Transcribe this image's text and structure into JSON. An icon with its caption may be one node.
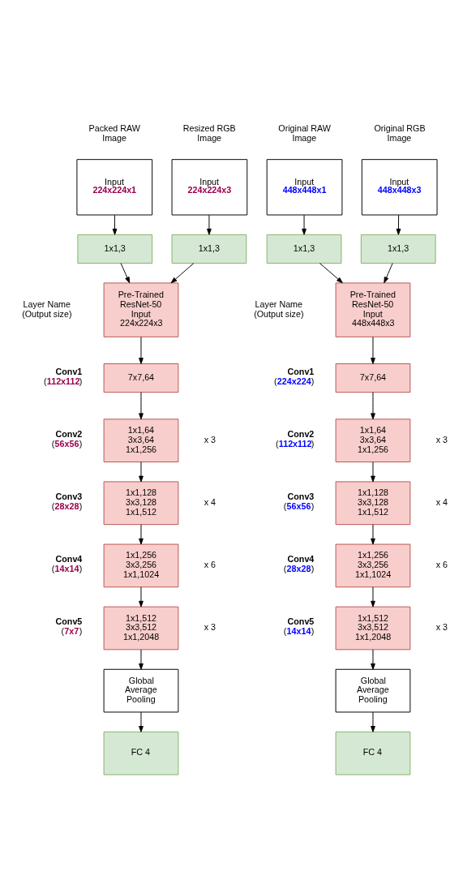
{
  "diagram": {
    "nodes": [
      {
        "text": [
          "Packed RAW Image",
          "Input",
          "224x224x1"
        ]
      },
      {
        "text": [
          "Resized RGB Image",
          "Input",
          "224x224x3"
        ]
      },
      {
        "text": [
          "Original RAW Image",
          "Input",
          "448x448x1"
        ]
      },
      {
        "text": [
          "Original RGB Image",
          "Input",
          "448x448x3"
        ]
      },
      {
        "text": [
          "1x1,3"
        ]
      },
      {
        "text": [
          "1x1,3"
        ]
      },
      {
        "text": [
          "1x1,3"
        ]
      },
      {
        "text": [
          "1x1,3"
        ]
      },
      {
        "text": [
          "Pre-Trained ResNet-50 Input 224x224x3"
        ]
      },
      {
        "text": [
          "Pre-Trained ResNet-50 Input 448x448x3"
        ]
      },
      {
        "text": [
          "7x7,64"
        ],
        "beside": [
          "Conv1 (112x112)"
        ]
      },
      {
        "text": [
          "7x7,64"
        ],
        "beside": [
          "Conv1 (224x224)"
        ]
      },
      {
        "text": [
          "1x1,64 3x3,64 1x1,256"
        ],
        "beside": [
          "Conv2 (56x56)",
          "x 3"
        ]
      },
      {
        "text": [
          "1x1,64 3x3,64 1x1,256"
        ],
        "beside": [
          "Conv2 (112x112)",
          "x 3"
        ]
      },
      {
        "text": [
          "1x1,128 3x3,128 1x1,512"
        ],
        "beside": [
          "Conv3 (28x28)",
          "x 4"
        ]
      },
      {
        "text": [
          "1x1,128 3x3,128 1x1,512"
        ],
        "beside": [
          "Conv3 (56x56)",
          "x 4"
        ]
      },
      {
        "text": [
          "1x1,256 3x3,256 1x1,1024"
        ],
        "beside": [
          "Conv4 (14x14)",
          "x 6"
        ]
      },
      {
        "text": [
          "1x1,256 3x3,256 1x1,1024"
        ],
        "beside": [
          "Conv4 (28x28)",
          "x 6"
        ]
      },
      {
        "text": [
          "1x1,512 3x3,512 1x1,2048"
        ],
        "beside": [
          "Conv5 (7x7)",
          "x 3"
        ]
      },
      {
        "text": [
          "1x1,512 3x3,512 1x1,2048"
        ],
        "beside": [
          "Conv5 (14x14)",
          "x 3"
        ]
      },
      {
        "text": [
          "Global Average Pooling"
        ]
      },
      {
        "text": [
          "Global Average Pooling"
        ]
      },
      {
        "text": [
          "FC 4"
        ]
      },
      {
        "text": [
          "FC 4"
        ]
      }
    ],
    "edges": [
      {
        "from": 0,
        "to": 4,
        "arrow": "to"
      },
      {
        "from": 1,
        "to": 5,
        "arrow": "to"
      },
      {
        "from": 2,
        "to": 6,
        "arrow": "to"
      },
      {
        "from": 3,
        "to": 7,
        "arrow": "to"
      },
      {
        "from": 4,
        "to": 8,
        "arrow": "to"
      },
      {
        "from": 5,
        "to": 8,
        "arrow": "to"
      },
      {
        "from": 6,
        "to": 9,
        "arrow": "to"
      },
      {
        "from": 7,
        "to": 9,
        "arrow": "to"
      },
      {
        "from": 8,
        "to": 10,
        "arrow": "to"
      },
      {
        "from": 10,
        "to": 12,
        "arrow": "to"
      },
      {
        "from": 12,
        "to": 14,
        "arrow": "to"
      },
      {
        "from": 14,
        "to": 16,
        "arrow": "to"
      },
      {
        "from": 16,
        "to": 18,
        "arrow": "to"
      },
      {
        "from": 18,
        "to": 20,
        "arrow": "to"
      },
      {
        "from": 20,
        "to": 22,
        "arrow": "to"
      },
      {
        "from": 9,
        "to": 11,
        "arrow": "to"
      },
      {
        "from": 11,
        "to": 13,
        "arrow": "to"
      },
      {
        "from": 13,
        "to": 15,
        "arrow": "to"
      },
      {
        "from": 15,
        "to": 17,
        "arrow": "to"
      },
      {
        "from": 17,
        "to": 19,
        "arrow": "to"
      },
      {
        "from": 19,
        "to": 21,
        "arrow": "to"
      },
      {
        "from": 21,
        "to": 23,
        "arrow": "to"
      }
    ],
    "labels": [
      "Layer Name (Output size)",
      "Layer Name (Output size)"
    ]
  }
}
